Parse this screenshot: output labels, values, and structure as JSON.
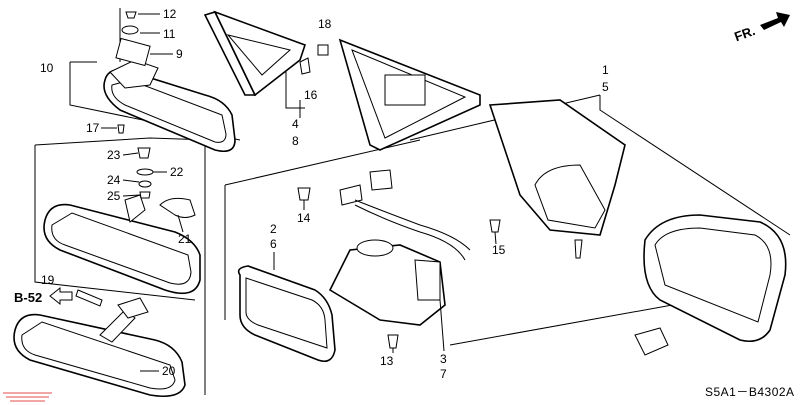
{
  "diagram": {
    "part_code": "S5A1－B4302A",
    "direction_label": "FR.",
    "reference": "B-52",
    "callouts": {
      "c1": "1",
      "c2": "2",
      "c3": "3",
      "c4": "4",
      "c5": "5",
      "c6": "6",
      "c7": "7",
      "c8": "8",
      "c9": "9",
      "c10": "10",
      "c11": "11",
      "c12": "12",
      "c13": "13",
      "c14": "14",
      "c15": "15",
      "c16": "16",
      "c17": "17",
      "c18": "18",
      "c19": "19",
      "c20": "20",
      "c21": "21",
      "c22": "22",
      "c23": "23",
      "c24": "24",
      "c25": "25"
    },
    "colors": {
      "line": "#000000",
      "watermark": "#e88888"
    }
  }
}
